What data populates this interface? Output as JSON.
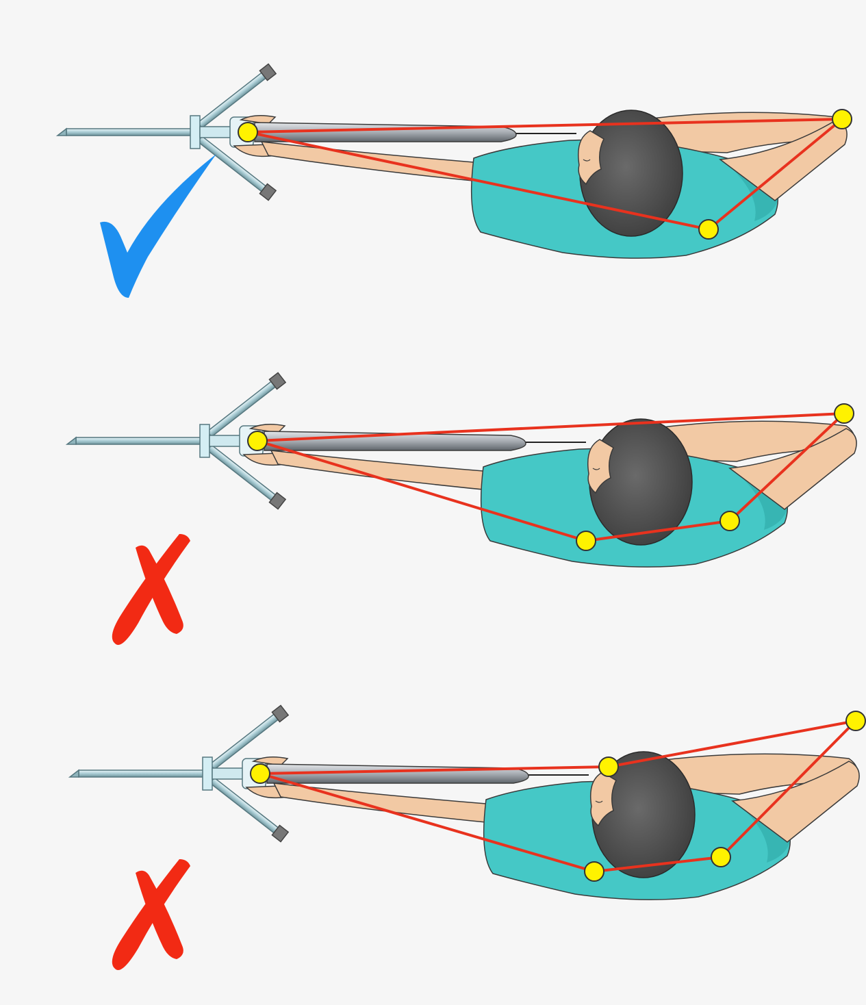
{
  "colors": {
    "background": "#f6f6f6",
    "shirt": "#45c8c6",
    "shirt_shadow": "#2fa8a6",
    "skin": "#f2c9a4",
    "skin_shadow": "#d9a57e",
    "hair": "#4f4f4f",
    "outline": "#3a3a3a",
    "stick_light": "#c9cdd2",
    "stick_dark": "#6e747a",
    "mount_light": "#d4eef4",
    "mount_dark": "#7fa9b3",
    "pad": "#7a7a7a",
    "guide_line": "#e8321e",
    "joint_fill": "#fff200",
    "check_mark": "#1e90f0",
    "cross_mark": "#f22a14"
  },
  "panels": [
    {
      "verdict": "correct",
      "mark_icon": "check-mark-icon",
      "joint_count": 3
    },
    {
      "verdict": "incorrect",
      "mark_icon": "cross-mark-icon",
      "joint_count": 4
    },
    {
      "verdict": "incorrect",
      "mark_icon": "cross-mark-icon",
      "joint_count": 5
    }
  ]
}
